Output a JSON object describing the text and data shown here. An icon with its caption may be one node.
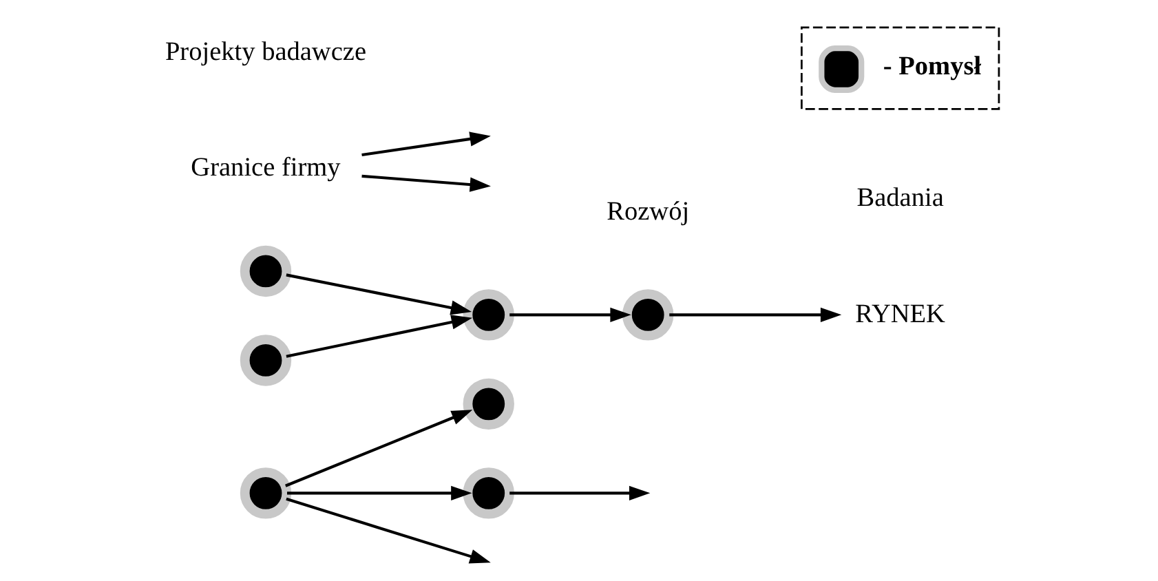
{
  "diagram": {
    "nodes": [
      {
        "text": [],
        "shape": "circle"
      },
      {
        "text": [],
        "shape": "circle"
      },
      {
        "text": [],
        "shape": "circle"
      },
      {
        "text": [],
        "shape": "circle"
      },
      {
        "text": [],
        "shape": "circle"
      },
      {
        "text": [],
        "shape": "circle"
      },
      {
        "text": [],
        "shape": "circle"
      },
      {
        "text": [
          "RYNEK"
        ]
      },
      {
        "text": [
          "Granice firmy"
        ]
      }
    ],
    "edges": [
      {
        "from": 0,
        "to": 1,
        "arrow": "to"
      },
      {
        "from": 0,
        "to": null,
        "arrow": "to"
      },
      {
        "from": 0,
        "to": 3,
        "arrow": "to"
      },
      {
        "from": 3,
        "to": null,
        "arrow": "to"
      },
      {
        "from": 2,
        "to": 5,
        "arrow": "to"
      },
      {
        "from": 4,
        "to": 5,
        "arrow": "to"
      },
      {
        "from": 5,
        "to": 6,
        "arrow": "to"
      },
      {
        "from": 6,
        "to": 7,
        "arrow": "to"
      },
      {
        "from": 8,
        "to": null,
        "arrow": "to"
      },
      {
        "from": 8,
        "to": null,
        "arrow": "to"
      }
    ],
    "labels": [
      "Badania",
      "Rozwój",
      "Projekty badawcze"
    ],
    "legend": [
      {
        "text": "- Pomysł"
      }
    ]
  }
}
